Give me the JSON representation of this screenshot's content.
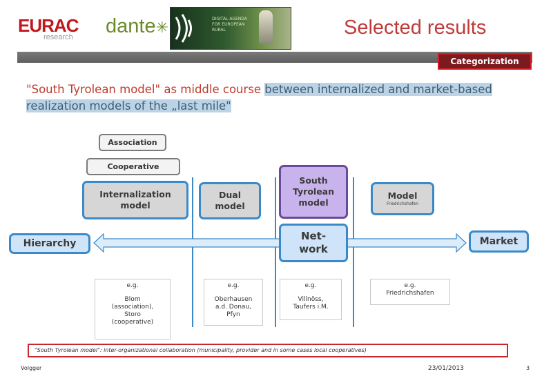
{
  "header": {
    "eurac_logo": "EURAC",
    "eurac_logo_sub": "research",
    "dante_logo": "dante",
    "banner_text": "DIGITAL AGENDA FOR EUROPEAN RURAL",
    "title": "Selected results",
    "section_tag": "Categorization"
  },
  "lead": {
    "part1": "\"South Tyrolean model\" as middle course ",
    "part2": "between internalized and market-based realization models of the „last mile\""
  },
  "diagram": {
    "association": "Association",
    "cooperative": "Cooperative",
    "internalization": "Internalization model",
    "dual": "Dual model",
    "south_tyrolean": "South Tyrolean model",
    "model_label": "Model",
    "model_sub": "Friedrichshafen",
    "hierarchy": "Hierarchy",
    "network": "Net-work",
    "market": "Market",
    "examples": [
      {
        "eg": "e.g.",
        "text": "Blom (association), Storo (cooperative)"
      },
      {
        "eg": "e.g.",
        "text": "Oberhausen a.d. Donau, Pfyn"
      },
      {
        "eg": "e.g.",
        "text": "Villnöss, Taufers i.M."
      },
      {
        "eg": "e.g.",
        "text": "Friedrichshafen"
      }
    ]
  },
  "footer": {
    "note": "\"South Tyrolean model\": inter-organizational collaboration (municipality, provider and in some cases local cooperatives)",
    "author": "Volgger",
    "date": "23/01/2013",
    "page": "3"
  },
  "colors": {
    "accent_red": "#c0392b",
    "diagram_blue": "#3a89c9",
    "south_tyrolean_purple": "#c9b3ec",
    "arrow_fill": "#dcecfb"
  }
}
